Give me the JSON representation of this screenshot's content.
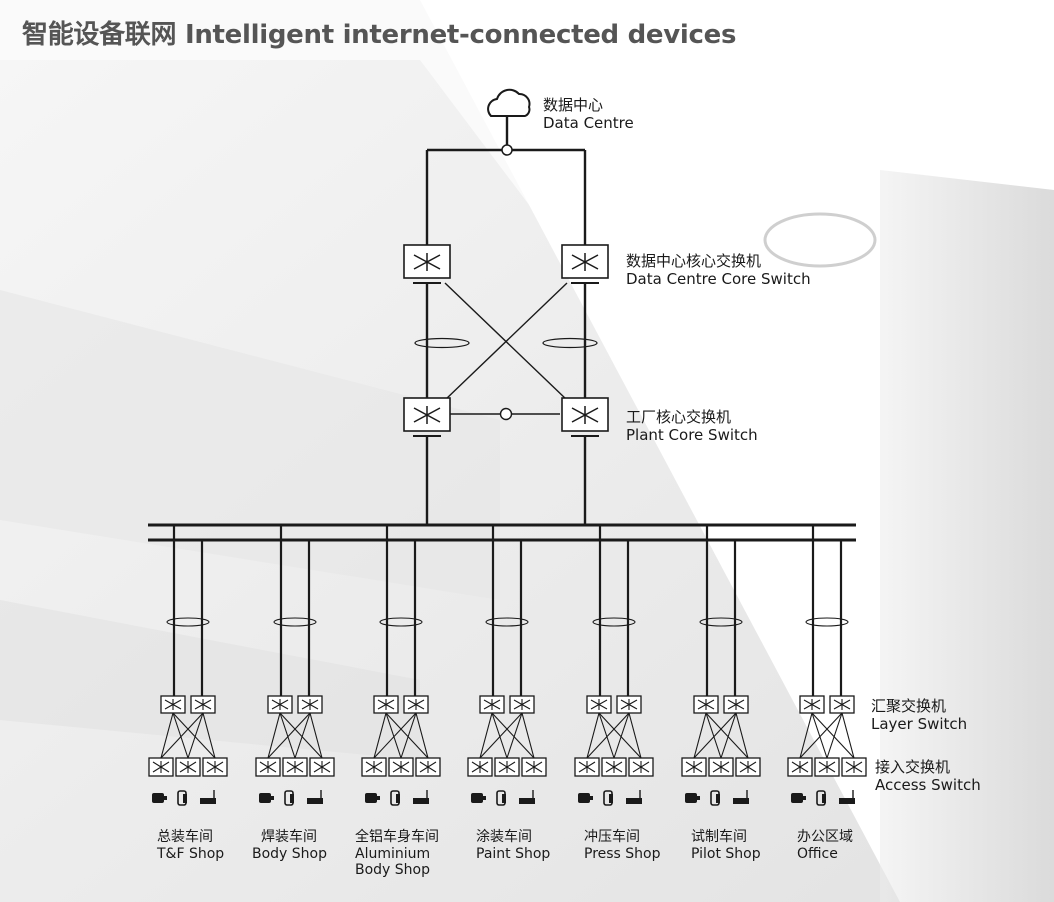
{
  "title": "智能设备联网 Intelligent internet-connected devices",
  "nodes": {
    "data_centre": {
      "zh": "数据中心",
      "en": "Data Centre"
    },
    "dc_core_switch": {
      "zh": "数据中心核心交换机",
      "en": "Data Centre Core Switch"
    },
    "plant_core_switch": {
      "zh": "工厂核心交换机",
      "en": "Plant Core Switch"
    },
    "layer_switch": {
      "zh": "汇聚交换机",
      "en": "Layer Switch"
    },
    "access_switch": {
      "zh": "接入交换机",
      "en": "Access Switch"
    }
  },
  "shops": [
    {
      "zh": "总装车间",
      "en": "T&F Shop",
      "en2": ""
    },
    {
      "zh": "焊装车间",
      "en": "Body Shop",
      "en2": ""
    },
    {
      "zh": "全铝车身车间",
      "en": "Aluminium",
      "en2": "Body Shop"
    },
    {
      "zh": "涂装车间",
      "en": "Paint Shop",
      "en2": ""
    },
    {
      "zh": "冲压车间",
      "en": "Press Shop",
      "en2": ""
    },
    {
      "zh": "试制车间",
      "en": "Pilot Shop",
      "en2": ""
    },
    {
      "zh": "办公区域",
      "en": "Office",
      "en2": ""
    }
  ],
  "icons": [
    "cloud-icon",
    "core-switch-icon",
    "layer-switch-icon",
    "access-switch-icon",
    "camera-icon",
    "scanner-icon",
    "sensor-icon"
  ],
  "colors": {
    "line": "#1a1a1a",
    "title": "#555555",
    "background_light": "#f2f2f2",
    "background_dark": "#d9d9d9"
  }
}
